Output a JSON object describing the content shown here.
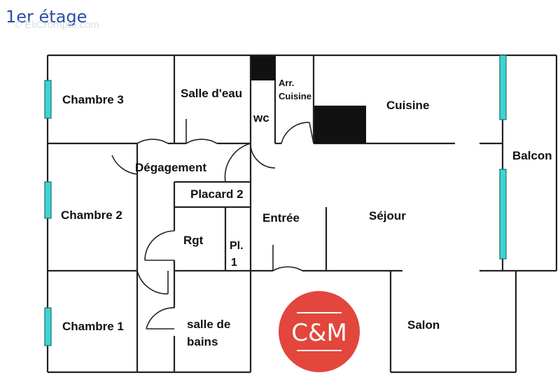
{
  "header": {
    "title": "1er étage",
    "watermark": "© EliCrompto.com"
  },
  "rooms": {
    "chambre3": "Chambre 3",
    "salle_eau": "Salle d'eau",
    "wc": "wc",
    "arr_cuisine_1": "Arr.",
    "arr_cuisine_2": "Cuisine",
    "cuisine": "Cuisine",
    "balcon": "Balcon",
    "degagement": "Dégagement",
    "placard2": "Placard 2",
    "chambre2": "Chambre 2",
    "entree": "Entrée",
    "sejour": "Séjour",
    "rgt": "Rgt",
    "pl_1": "Pl.",
    "pl_2": "1",
    "chambre1": "Chambre 1",
    "sdb_1": "salle de",
    "sdb_2": "bains",
    "salon": "Salon"
  },
  "logo": {
    "text": "C&M",
    "color": "#e2463c"
  },
  "colors": {
    "window": "#3fd3d3",
    "wall": "#222222"
  }
}
